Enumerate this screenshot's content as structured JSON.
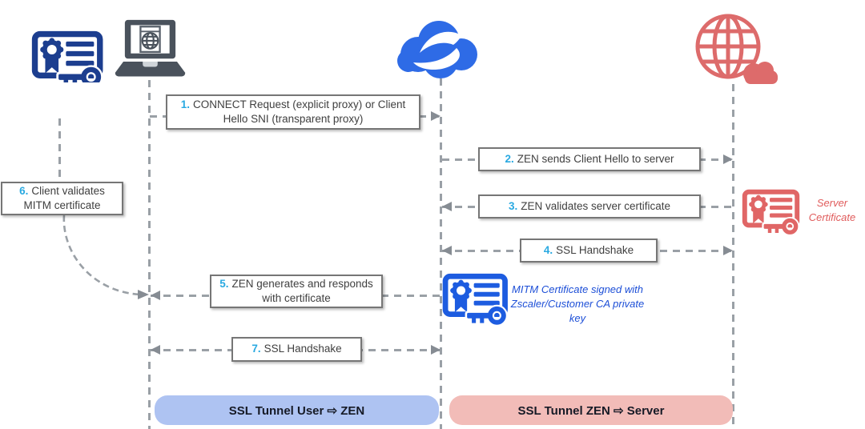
{
  "actors": {
    "ca_certificate": {
      "icon": "certificate-key-icon",
      "color": "#1c3e8f"
    },
    "client": {
      "icon": "laptop-browser-icon",
      "color": "#4a525c"
    },
    "zen": {
      "icon": "zscaler-cloud-logo",
      "color": "#2e6be6"
    },
    "server": {
      "icon": "internet-globe-cloud-icon",
      "color": "#dd6b6b"
    }
  },
  "messages": [
    {
      "num": "1.",
      "text": "CONNECT Request (explicit proxy) or Client Hello SNI (transparent proxy)"
    },
    {
      "num": "2.",
      "text": "ZEN sends Client Hello to server"
    },
    {
      "num": "3.",
      "text": "ZEN validates server certificate"
    },
    {
      "num": "4.",
      "text": "SSL Handshake"
    },
    {
      "num": "5.",
      "text": "ZEN generates and responds with certificate"
    },
    {
      "num": "6.",
      "text": "Client validates MITM certificate"
    },
    {
      "num": "7.",
      "text": "SSL Handshake"
    }
  ],
  "annotations": {
    "server_certificate": {
      "text": "Server Certificate",
      "color": "#e05c5c"
    },
    "mitm_certificate": {
      "text": "MITM Certificate signed with Zscaler/Customer CA private key",
      "color": "#1d4fd7"
    }
  },
  "tunnels": [
    {
      "label": "SSL Tunnel User ⇨ ZEN",
      "color": "#aec3f2"
    },
    {
      "label": "SSL Tunnel ZEN ⇨ Server",
      "color": "#f2bcb8"
    }
  ],
  "style": {
    "number_color": "#29a9e1",
    "line_color": "#9aa0a6",
    "box_border": "#767676"
  }
}
